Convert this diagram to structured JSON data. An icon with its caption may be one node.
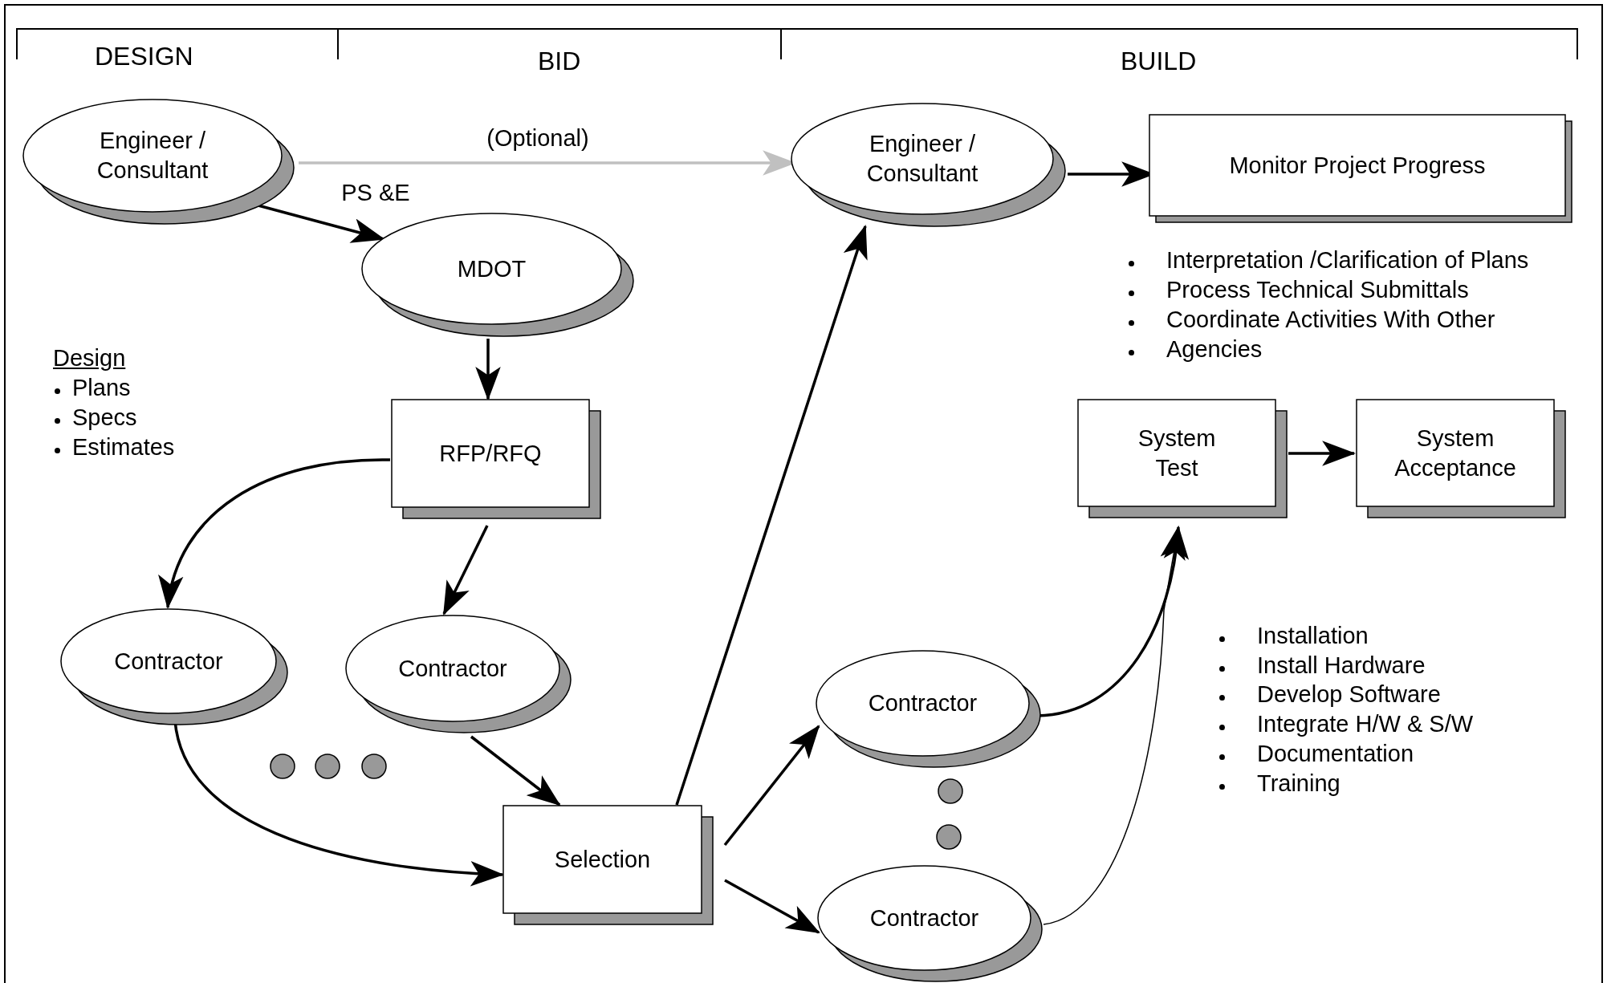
{
  "diagram": {
    "nodes": [
      {
        "text": [
          "Engineer / Consultant"
        ]
      },
      {
        "text": [
          "MDOT"
        ]
      },
      {
        "text": [
          "RFP/RFQ"
        ]
      },
      {
        "text": [
          "Contractor"
        ]
      },
      {
        "text": [
          "Contractor"
        ]
      },
      {
        "text": [
          "Selection"
        ]
      },
      {
        "text": [
          "Engineer / Consultant"
        ]
      },
      {
        "text": [
          "Monitor Project Progress"
        ]
      },
      {
        "text": [
          "System Test"
        ]
      },
      {
        "text": [
          "System Acceptance"
        ]
      },
      {
        "text": [
          "Contractor"
        ]
      },
      {
        "text": [
          "Contractor"
        ]
      }
    ],
    "edges": [
      {
        "from": 0,
        "to": 6,
        "arrow": "to",
        "label": "(Optional)",
        "color": "#c0c0c0"
      },
      {
        "from": 0,
        "to": 1,
        "arrow": "to",
        "label": "PS &E"
      },
      {
        "from": 1,
        "to": 2,
        "arrow": "to"
      },
      {
        "from": 2,
        "to": 3,
        "arrow": "to"
      },
      {
        "from": 2,
        "to": 4,
        "arrow": "to"
      },
      {
        "from": 3,
        "to": 5,
        "arrow": "to"
      },
      {
        "from": 4,
        "to": 5,
        "arrow": "to"
      },
      {
        "from": 5,
        "to": 6,
        "arrow": "to"
      },
      {
        "from": 5,
        "to": 10,
        "arrow": "to"
      },
      {
        "from": 5,
        "to": 11,
        "arrow": "to"
      },
      {
        "from": 6,
        "to": 7,
        "arrow": "to"
      },
      {
        "from": 10,
        "to": 8,
        "arrow": "to"
      },
      {
        "from": 11,
        "to": 8,
        "arrow": "to"
      },
      {
        "from": 8,
        "to": 9,
        "arrow": "to"
      }
    ],
    "labels": [
      "DESIGN",
      "BID",
      "BUILD",
      "Design",
      "Plans",
      "Specs",
      "Estimates",
      "Interpretation /Clarification of Plans",
      "Process Technical Submittals",
      "Coordinate Activities With Other",
      "Agencies",
      "Installation",
      "Install Hardware",
      "Develop Software",
      "Integrate H/W & S/W",
      "Documentation",
      "Training"
    ]
  }
}
